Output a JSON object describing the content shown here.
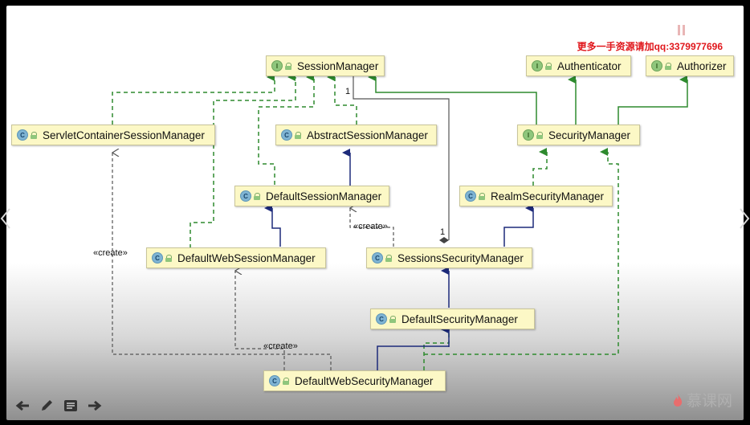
{
  "watermark": "更多一手资源请加qq:3379977696",
  "brand": "慕课网",
  "nodes": {
    "session_manager": {
      "kind": "I",
      "label": "SessionManager"
    },
    "authenticator": {
      "kind": "I",
      "label": "Authenticator"
    },
    "authorizer": {
      "kind": "I",
      "label": "Authorizer"
    },
    "servlet_container_session_manager": {
      "kind": "C",
      "label": "ServletContainerSessionManager"
    },
    "abstract_session_manager": {
      "kind": "C",
      "label": "AbstractSessionManager"
    },
    "security_manager": {
      "kind": "I",
      "label": "SecurityManager"
    },
    "default_session_manager": {
      "kind": "C",
      "label": "DefaultSessionManager"
    },
    "realm_security_manager": {
      "kind": "C",
      "label": "RealmSecurityManager"
    },
    "default_web_session_manager": {
      "kind": "C",
      "label": "DefaultWebSessionManager"
    },
    "sessions_security_manager": {
      "kind": "C",
      "label": "SessionsSecurityManager"
    },
    "default_security_manager": {
      "kind": "C",
      "label": "DefaultSecurityManager"
    },
    "default_web_security_manager": {
      "kind": "C",
      "label": "DefaultWebSecurityManager"
    }
  },
  "edge_labels": {
    "create_left": "«create»",
    "create_mid": "«create»",
    "create_bottom": "«create»",
    "mult_top": "1",
    "mult_bottom": "1"
  },
  "colors": {
    "implements": "#2e8a2e",
    "extends": "#1d2a7a",
    "association": "#555555",
    "node_fill": "#fcf8c6"
  }
}
